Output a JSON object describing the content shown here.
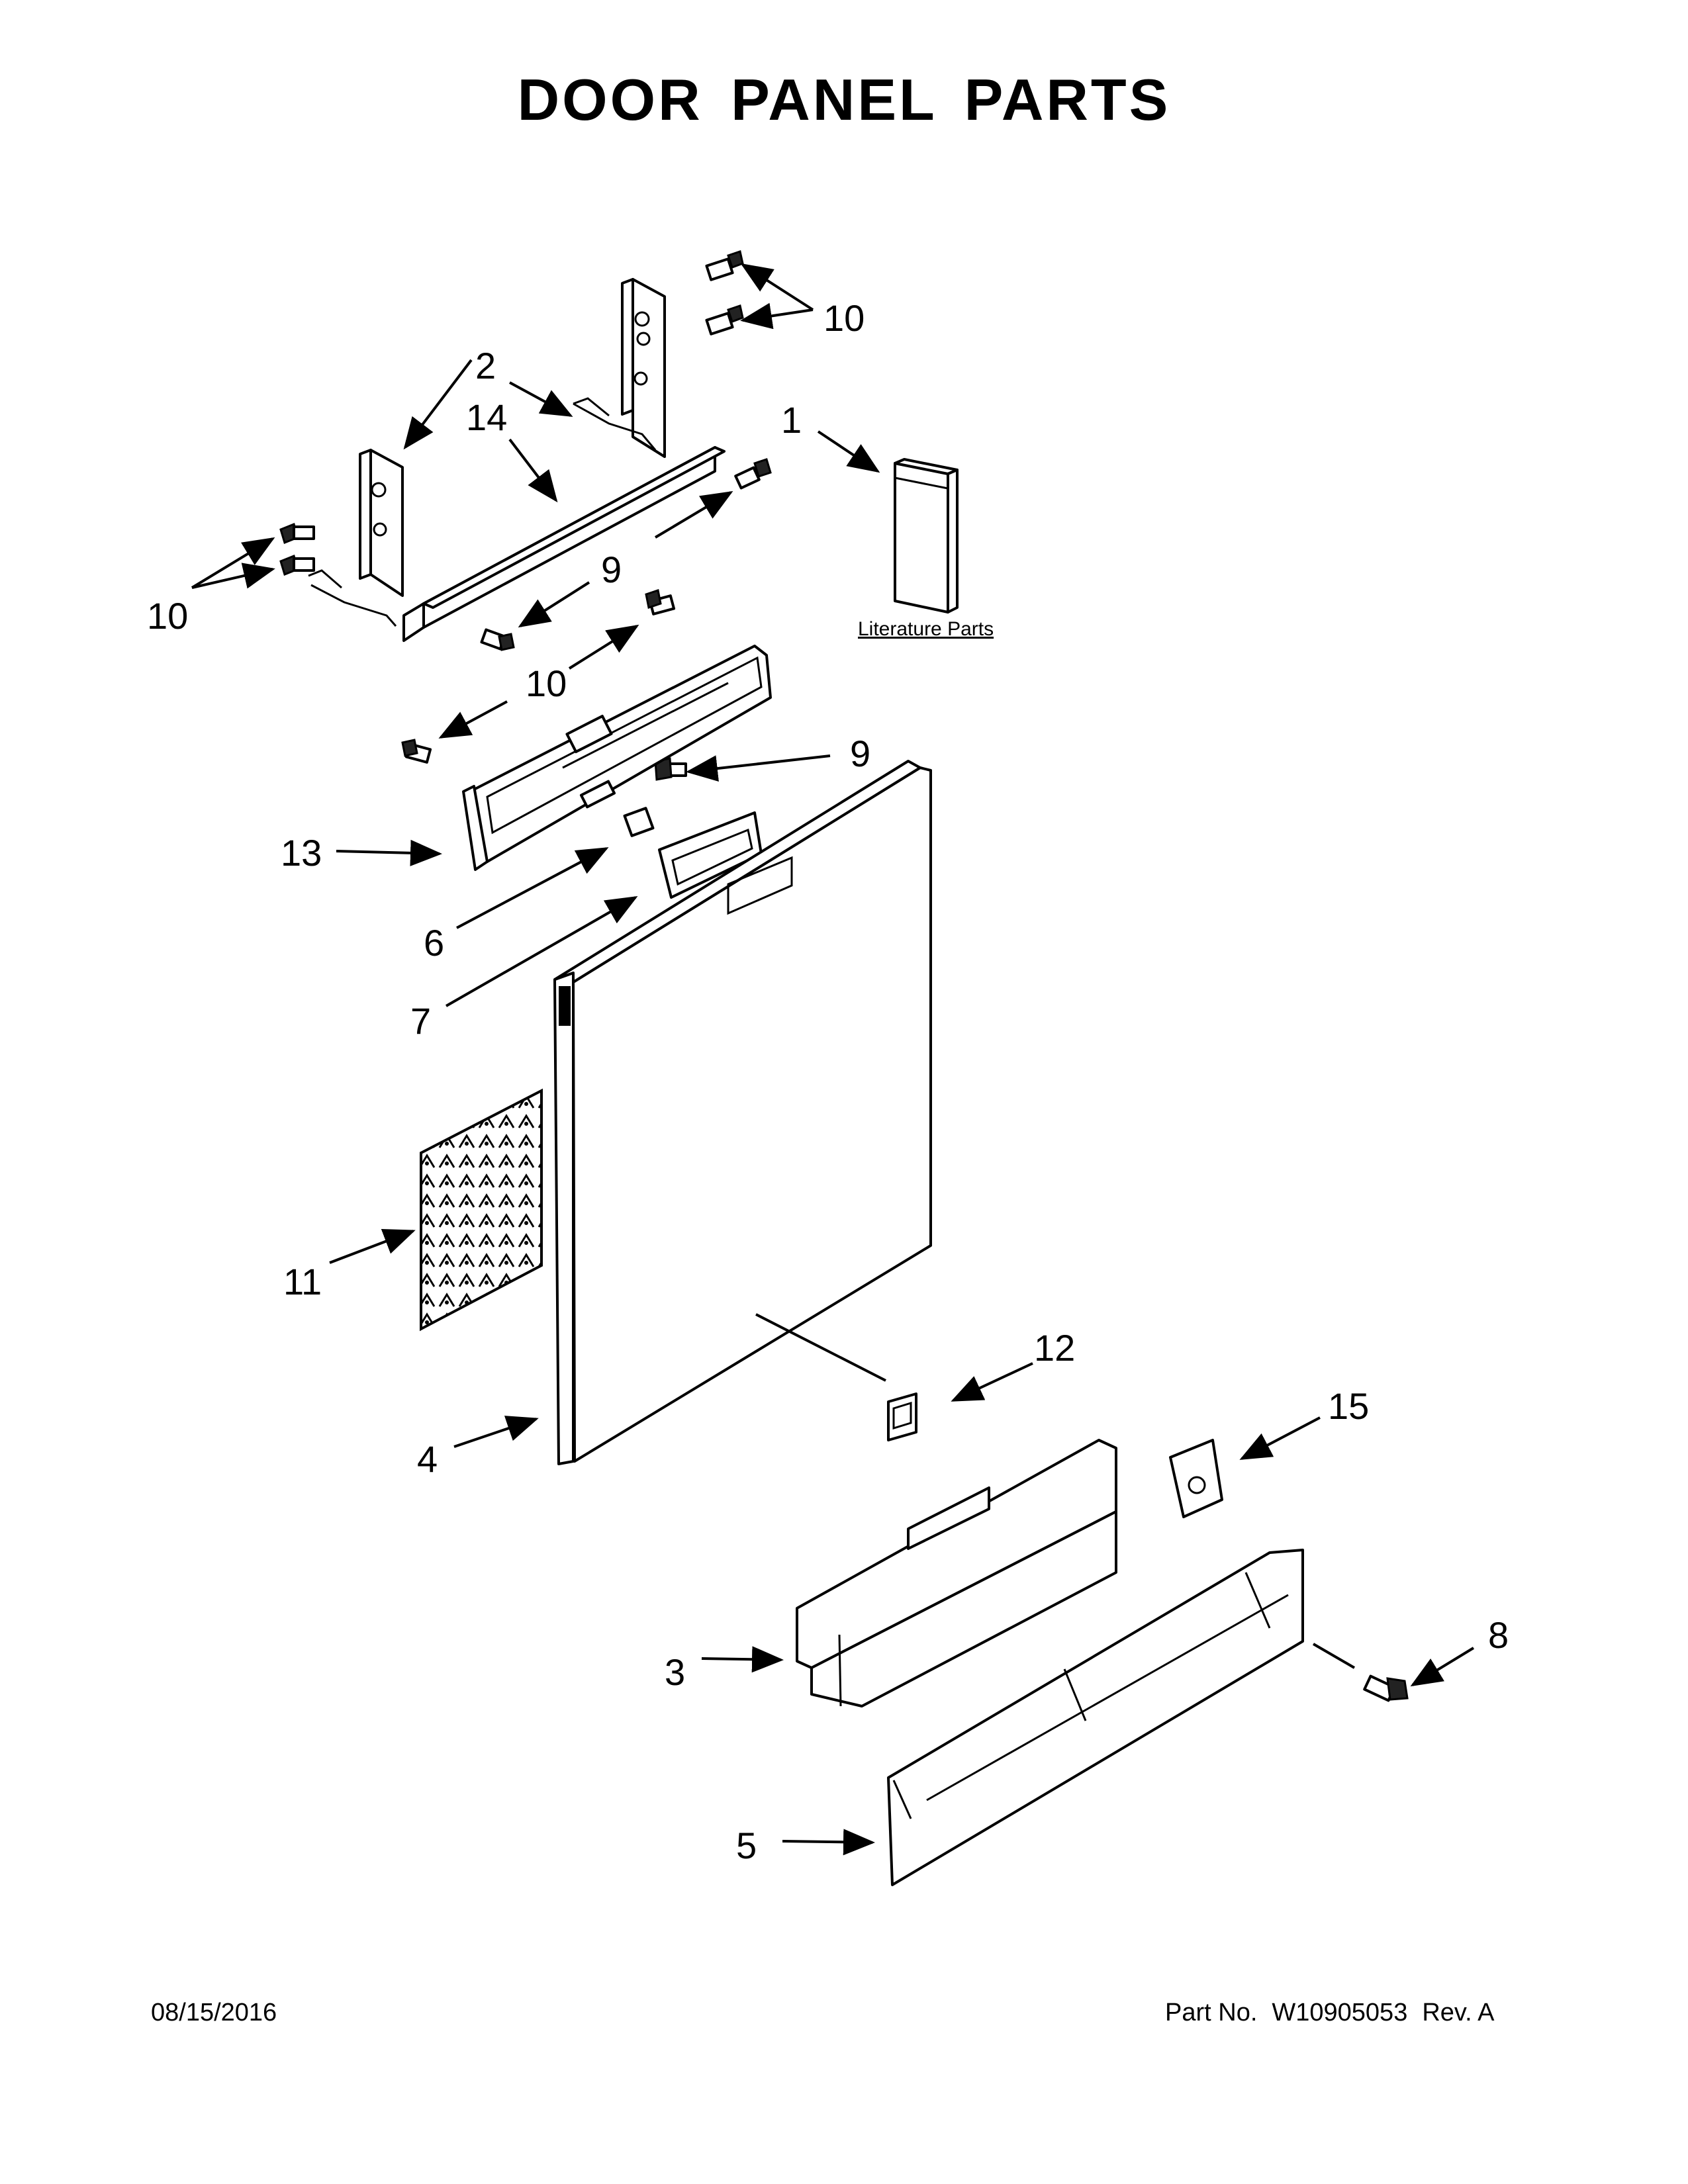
{
  "title": "DOOR PANEL PARTS",
  "literature_label": "Literature Parts",
  "callouts": {
    "c1": "1",
    "c2": "2",
    "c3": "3",
    "c4": "4",
    "c5": "5",
    "c6": "6",
    "c7": "7",
    "c8": "8",
    "c9a": "9",
    "c9b": "9",
    "c10a": "10",
    "c10b": "10",
    "c10c": "10",
    "c11": "11",
    "c12": "12",
    "c13": "13",
    "c14": "14",
    "c15": "15"
  },
  "footer": {
    "date": "08/15/2016",
    "part_label": "Part No.",
    "part_number": "W10905053",
    "rev": "Rev.  A"
  }
}
